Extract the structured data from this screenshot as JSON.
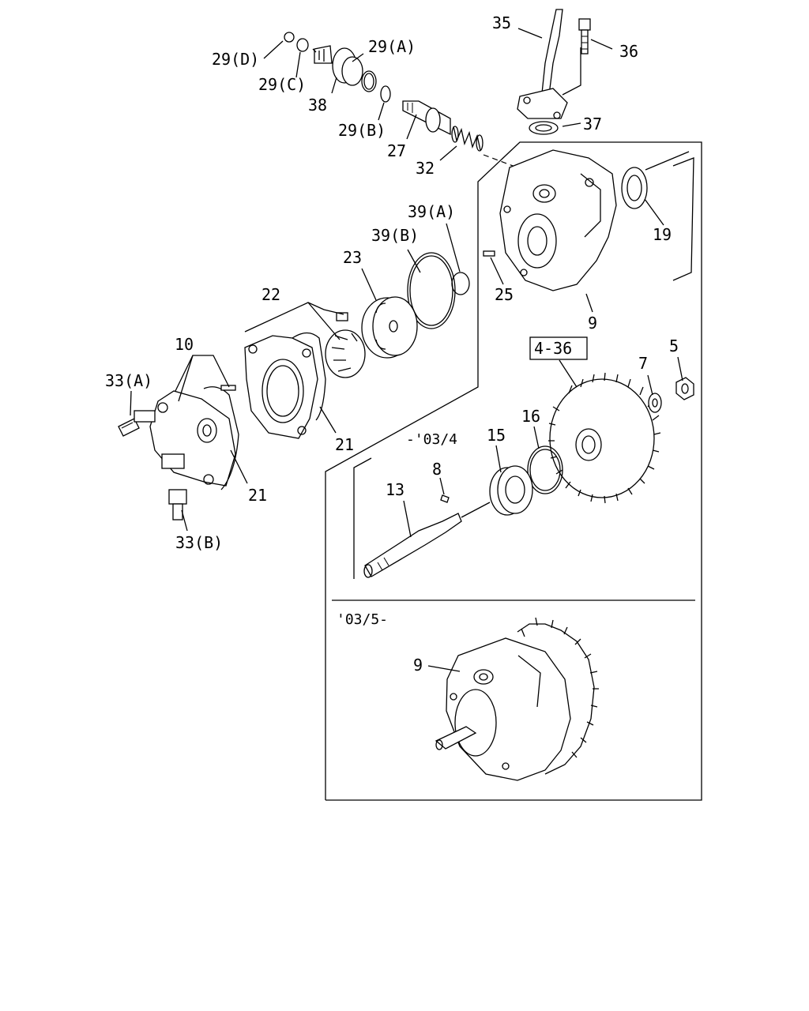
{
  "callouts": {
    "c35": "35",
    "c36": "36",
    "c37": "37",
    "c29d": "29(D)",
    "c29a": "29(A)",
    "c29c": "29(C)",
    "c29b": "29(B)",
    "c38": "38",
    "c27": "27",
    "c32": "32",
    "c19": "19",
    "c39a": "39(A)",
    "c39b": "39(B)",
    "c23": "23",
    "c25": "25",
    "c9_top": "9",
    "c22": "22",
    "c10": "10",
    "c33a": "33(A)",
    "c21_a": "21",
    "c21_b": "21",
    "c33b": "33(B)",
    "c4_36": "4-36",
    "c7": "7",
    "c5": "5",
    "c16": "16",
    "c15": "15",
    "c8": "8",
    "c13": "13",
    "c9_bottom": "9"
  },
  "date_ranges": {
    "until": "-'03/4",
    "from": "'03/5-"
  }
}
